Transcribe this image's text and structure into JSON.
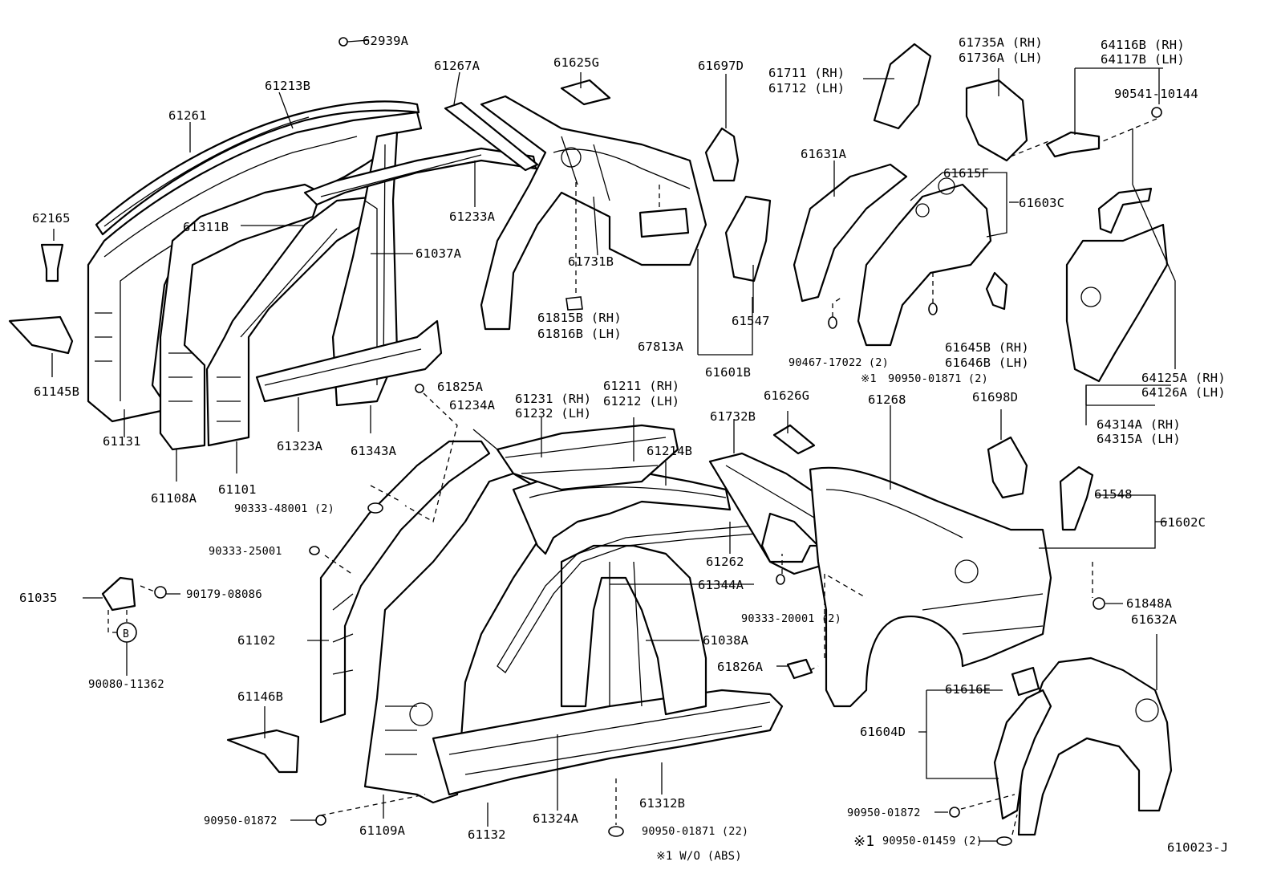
{
  "diagram": {
    "part_numbers": {
      "p62939A": "62939A",
      "p61213B": "61213B",
      "p61261": "61261",
      "p61267A": "61267A",
      "p61625G": "61625G",
      "p61697D": "61697D",
      "p61711": "61711 (RH)",
      "p61712": "61712 (LH)",
      "p61735A": "61735A (RH)",
      "p61736A": "61736A (LH)",
      "p64116B": "64116B (RH)",
      "p64117B": "64117B (LH)",
      "p90541_10144": "90541-10144",
      "p62165": "62165",
      "p61311B": "61311B",
      "p61233A": "61233A",
      "p61037A": "61037A",
      "p61731B": "61731B",
      "p61631A": "61631A",
      "p61615F": "61615F",
      "p61603C": "61603C",
      "p61547": "61547",
      "p61815B": "61815B (RH)",
      "p61816B": "61816B (LH)",
      "p67813A": "67813A",
      "p61601B": "61601B",
      "p90467_17022": "90467-17022 (2)",
      "p90950_01871_2": "90950-01871 (2)",
      "p61645B": "61645B (RH)",
      "p61646B": "61646B (LH)",
      "p64125A": "64125A (RH)",
      "p64126A": "64126A (LH)",
      "p61145B": "61145B",
      "p61131": "61131",
      "p61108A": "61108A",
      "p61101": "61101",
      "p61323A": "61323A",
      "p61343A": "61343A",
      "p61825A": "61825A",
      "p61234A": "61234A",
      "p61231": "61231 (RH)",
      "p61232": "61232 (LH)",
      "p61211": "61211 (RH)",
      "p61212": "61212 (LH)",
      "p61214B": "61214B",
      "p61626G": "61626G",
      "p61732B": "61732B",
      "p61268": "61268",
      "p61698D": "61698D",
      "p64314A": "64314A (RH)",
      "p64315A": "64315A (LH)",
      "p90333_48001": "90333-48001 (2)",
      "p90333_25001": "90333-25001",
      "p61035": "61035",
      "p90179_08086": "90179-08086",
      "p61102": "61102",
      "p90080_11362": "90080-11362",
      "p61146B": "61146B",
      "p61262": "61262",
      "p61344A": "61344A",
      "p61038A": "61038A",
      "p90333_20001": "90333-20001 (2)",
      "p61826A": "61826A",
      "p61548": "61548",
      "p61602C": "61602C",
      "p61848A": "61848A",
      "p61632A": "61632A",
      "p61616E": "61616E",
      "p61604D": "61604D",
      "p90950_01872_a": "90950-01872",
      "p90950_01872_b": "90950-01872",
      "p61109A": "61109A",
      "p61132": "61132",
      "p61324A": "61324A",
      "p61312B": "61312B",
      "p90950_01871_22": "90950-01871 (22)",
      "p90950_01459": "90950-01459 (2)",
      "note_mark_1": "※1",
      "note_mark_2": "※1",
      "note_text": "※1 W/O (ABS)",
      "callout_b": "B",
      "diagram_code": "610023-J"
    }
  }
}
